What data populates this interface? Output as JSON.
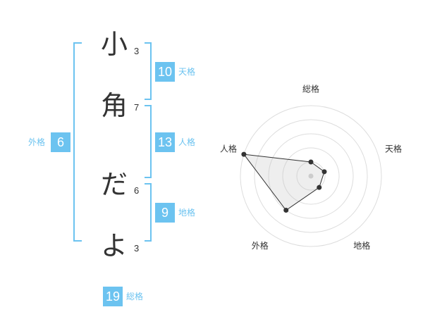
{
  "characters": [
    {
      "char": "小",
      "strokes": "3"
    },
    {
      "char": "角",
      "strokes": "7"
    },
    {
      "char": "だ",
      "strokes": "6"
    },
    {
      "char": "よ",
      "strokes": "3"
    }
  ],
  "fortunes": {
    "tenkaku": {
      "value": "10",
      "label": "天格"
    },
    "jinkaku": {
      "value": "13",
      "label": "人格"
    },
    "chikaku": {
      "value": "9",
      "label": "地格"
    },
    "gaikaku": {
      "value": "6",
      "label": "外格"
    },
    "soukaku": {
      "value": "19",
      "label": "総格"
    }
  },
  "colors": {
    "accent": "#6cc3f0",
    "text": "#333333",
    "label": "#6cc3f0"
  },
  "chart_data": {
    "type": "radar",
    "axes": [
      "総格",
      "天格",
      "地格",
      "外格",
      "人格"
    ],
    "values": [
      1,
      1,
      1,
      3,
      5
    ],
    "max": 5,
    "rings": 5,
    "grid": true
  }
}
